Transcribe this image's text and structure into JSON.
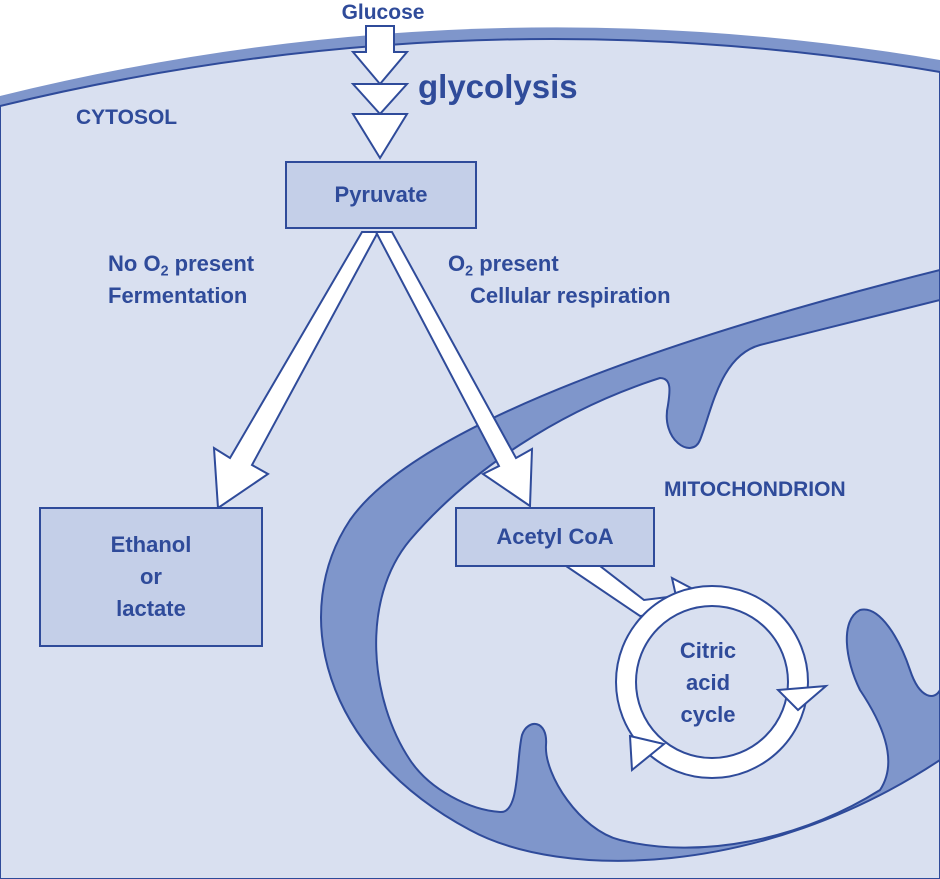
{
  "labels": {
    "glucose": "Glucose",
    "glycolysis": "glycolysis",
    "cytosol": "CYTOSOL",
    "pyruvate": "Pyruvate",
    "no_o2_prefix": "No O",
    "no_o2_sub": "2",
    "no_o2_suffix": " present",
    "fermentation": "Fermentation",
    "o2_prefix": "O",
    "o2_sub": "2",
    "o2_suffix": " present",
    "cellular_respiration": "Cellular respiration",
    "mitochondrion": "MITOCHONDRION",
    "ethanol": "Ethanol",
    "or": "or",
    "lactate": "lactate",
    "acetyl_coa": "Acetyl CoA",
    "citric": "Citric",
    "acid": "acid",
    "cycle": "cycle"
  },
  "colors": {
    "text": "#2f4b9a",
    "cytosol_fill": "#d9e0f0",
    "membrane_fill": "#7f96cb",
    "stroke": "#2f4b9a",
    "box_fill": "#c4cfe8",
    "arrow_fill": "#ffffff"
  }
}
